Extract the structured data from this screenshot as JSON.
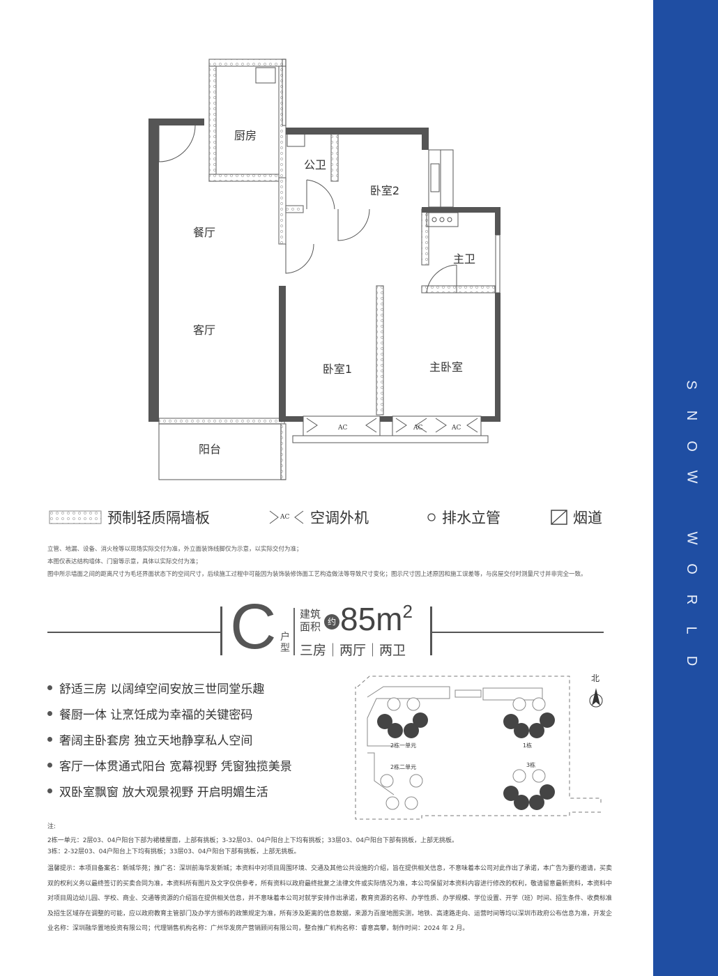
{
  "rooms": {
    "kitchen": "厨房",
    "public_bath": "公卫",
    "bedroom2": "卧室2",
    "dining": "餐厅",
    "master_bath": "主卫",
    "living": "客厅",
    "bedroom1": "卧室1",
    "master_bedroom": "主卧室",
    "balcony": "阳台",
    "ac": "AC"
  },
  "legend": {
    "partition": "预制轻质隔墙板",
    "ac_unit": "空调外机",
    "drain_pipe": "排水立管",
    "flue": "烟道",
    "ac_tag": "AC"
  },
  "notes_top": [
    "立管、地漏、设备、消火栓等以现场实际交付为准，外立面装饰线脚仅为示意，以实际交付为准；",
    "本图仅表达结构墙体、门窗等示意，具体以实际交付为准；",
    "图中所示墙面之间的距离尺寸为毛坯界面状态下的空间尺寸，后续施工过程中可能因为装饰装修饰面工艺构造做法等导致尺寸变化；图示尺寸因上述原因和施工误差等，与房屋交付时测量尺寸并非完全一致。"
  ],
  "unit": {
    "type_letter": "C",
    "type_label": "户型",
    "area_label": "建筑面积",
    "approx": "约",
    "area": "85m",
    "area_unit_sup": "2",
    "summary": "三房｜两厅｜两卫"
  },
  "features": [
    "舒适三房 以阔绰空间安放三世同堂乐趣",
    "餐厨一体 让烹饪成为幸福的关键密码",
    "奢阔主卧套房 独立天地静享私人空间",
    "客厅一体贯通式阳台 宽幕视野 凭窗独揽美景",
    "双卧室飘窗 放大观景视野 开启明媚生活"
  ],
  "site_map": {
    "north": "北",
    "b2u1": "2栋一单元",
    "b1": "1栋",
    "b2u2": "2栋二单元",
    "b3": "3栋"
  },
  "notes_bottom": {
    "title": "注:",
    "line1": "2栋一单元：2层03、04户阳台下部为裙楼屋面，上部有挑板；3-32层03、04户阳台上下均有挑板；33层03、04户阳台下部有挑板，上部无挑板。",
    "line2": "3栋：2-32层03、04户阳台上下均有挑板；33层03、04户阳台下部有挑板，上部无挑板。",
    "disclaimer": "温馨提示：本项目备案名：新城华苑；推广名：深圳前海华发新城；本资料中对项目周围环境、交通及其他公共设施的介绍，旨在提供相关信息，不意味着本公司对此作出了承诺，本广告为要约邀请，买卖双的权利义务以最终签订的买卖合同为准，本资料所有图片及文字仅供参考，所有资料以政府最终批复之法律文件或实际情况为准，本公司保留对本资料内容进行修改的权利，敬请留意最新资料，本资料中对项目周边幼儿园、学校、商业、交通等资源的介绍旨在提供相关信息，并不意味着本公司对就学安排作出承诺，教育资源的名称、办学性质、办学规模、学位设置、开学（班）时间、招生条件、收费标准及招生区域存在调整的可能，应以政府教育主管部门及办学方颁布的政策规定为准，所有涉及距离的信息数据，来源为百度地图实测，地铁、高速路走向、运营时间等均以深圳市政府公布信息为准，开发企业名称：深圳融华置地投资有限公司；代理销售机构名称：广州华发房产营销顾问有限公司，整合推广机构名称：睿意高攀，制作时间：2024 年 2 月。"
  },
  "brand": [
    "S",
    "N",
    "O",
    "W",
    " ",
    "W",
    "O",
    "R",
    "L",
    "D"
  ],
  "colors": {
    "sidebar": "#1f4ea3",
    "wall": "#555555"
  }
}
